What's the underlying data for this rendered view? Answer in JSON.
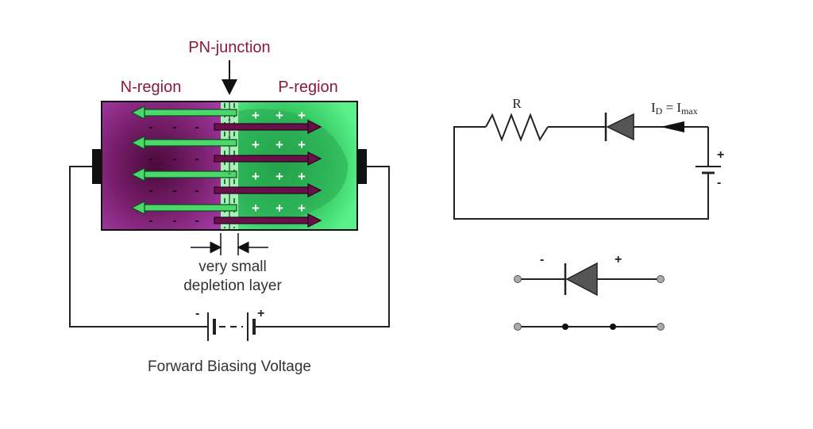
{
  "labels": {
    "junction": "PN-junction",
    "n_region": "N-region",
    "p_region": "P-region",
    "depletion_line1": "very small",
    "depletion_line2": "depletion layer",
    "battery_minus": "-",
    "battery_plus": "+",
    "caption": "Forward Biasing Voltage",
    "resistor": "R",
    "current_main": "I",
    "current_sub": "D",
    "current_eq": " = I",
    "current_max": "max",
    "cell_plus": "+",
    "cell_minus": "-",
    "symbol_minus": "-",
    "symbol_plus": "+"
  },
  "carrier_signs": {
    "n_side": "-",
    "p_side": "+"
  },
  "colors": {
    "n_region": "#9b2d9b",
    "n_region_dark": "#4a0a3a",
    "p_region": "#3fe87a",
    "p_region_dark": "#1a8a3a",
    "junction_label": "#8b1a3a",
    "arrow_green": "#4ad86a",
    "arrow_purple": "#6a1048",
    "diode_fill": "#555555",
    "wire": "#222222"
  }
}
